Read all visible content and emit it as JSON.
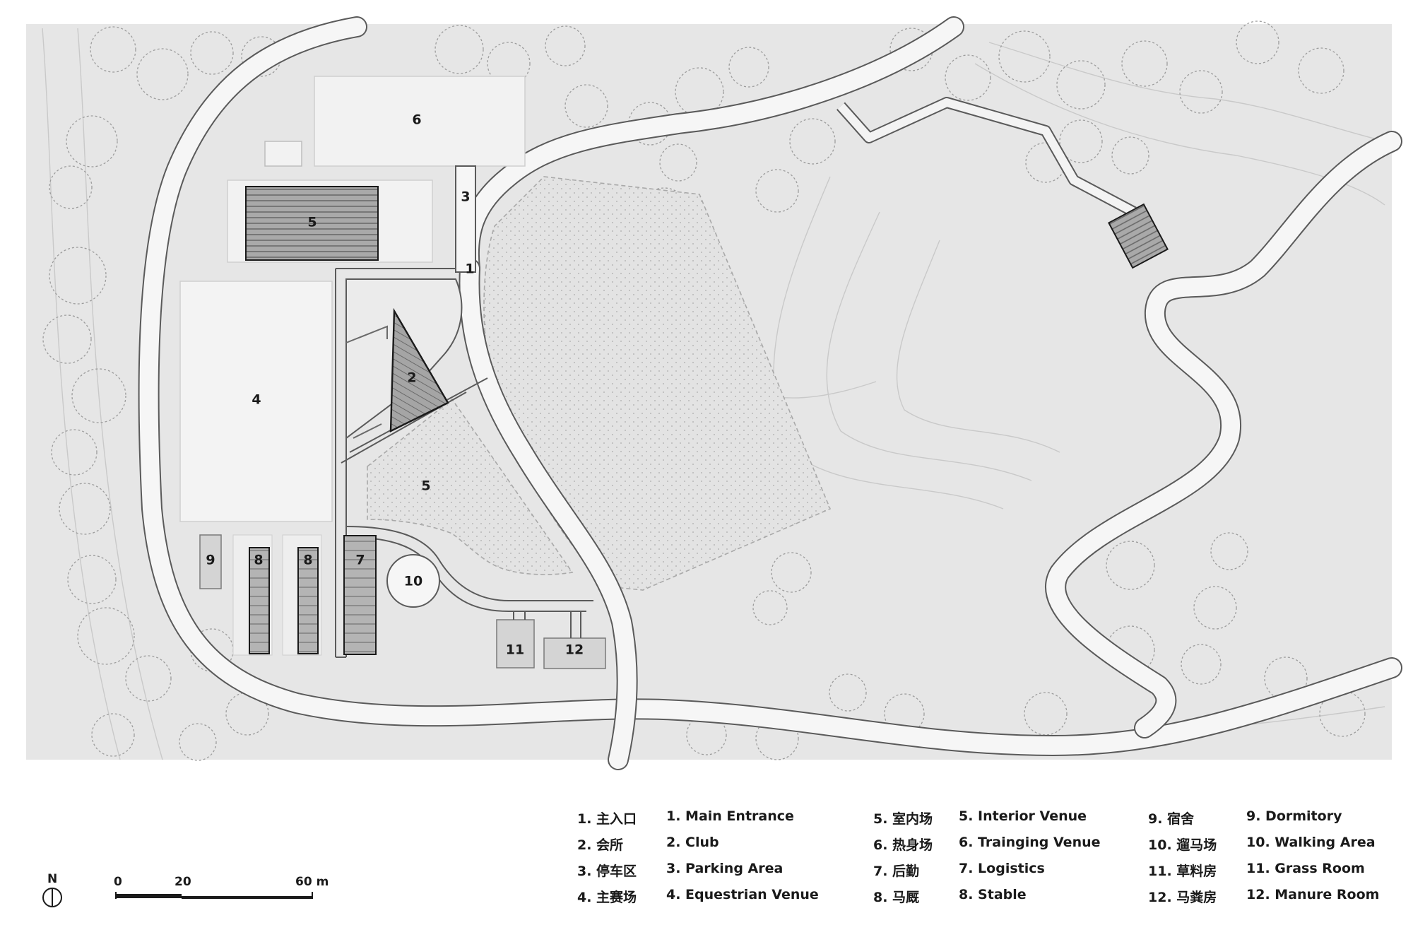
{
  "map": {
    "labels": [
      "6",
      "5",
      "3",
      "1",
      "2",
      "4",
      "5",
      "9",
      "8",
      "8",
      "7",
      "10",
      "11",
      "12"
    ]
  },
  "north": {
    "letter": "N"
  },
  "scale": {
    "tick0": "0",
    "tick1": "20",
    "tick2": "60 m"
  },
  "legend": {
    "columns": [
      {
        "cn": [
          "1. 主入口",
          "2. 会所",
          "3. 停车区",
          "4. 主赛场"
        ],
        "en": [
          "1. Main Entrance",
          "2. Club",
          "3. Parking Area",
          "4. Equestrian Venue"
        ]
      },
      {
        "cn": [
          "5. 室内场",
          "6. 热身场",
          "7. 后勤",
          "8. 马厩"
        ],
        "en": [
          "5. Interior Venue",
          "6. Trainging Venue",
          "7. Logistics",
          "8. Stable"
        ]
      },
      {
        "cn": [
          "9. 宿舍",
          "10. 遛马场",
          "11. 草料房",
          "12. 马粪房"
        ],
        "en": [
          "9. Dormitory",
          "10. Walking Area",
          "11. Grass Room",
          "12. Manure Room"
        ]
      }
    ]
  },
  "colors": {
    "ground": "#e6e6e6",
    "road": "#f6f6f6",
    "building": "#f2f2f2",
    "hatched": "#8a8a8a",
    "ink": "#1a1a1a"
  }
}
